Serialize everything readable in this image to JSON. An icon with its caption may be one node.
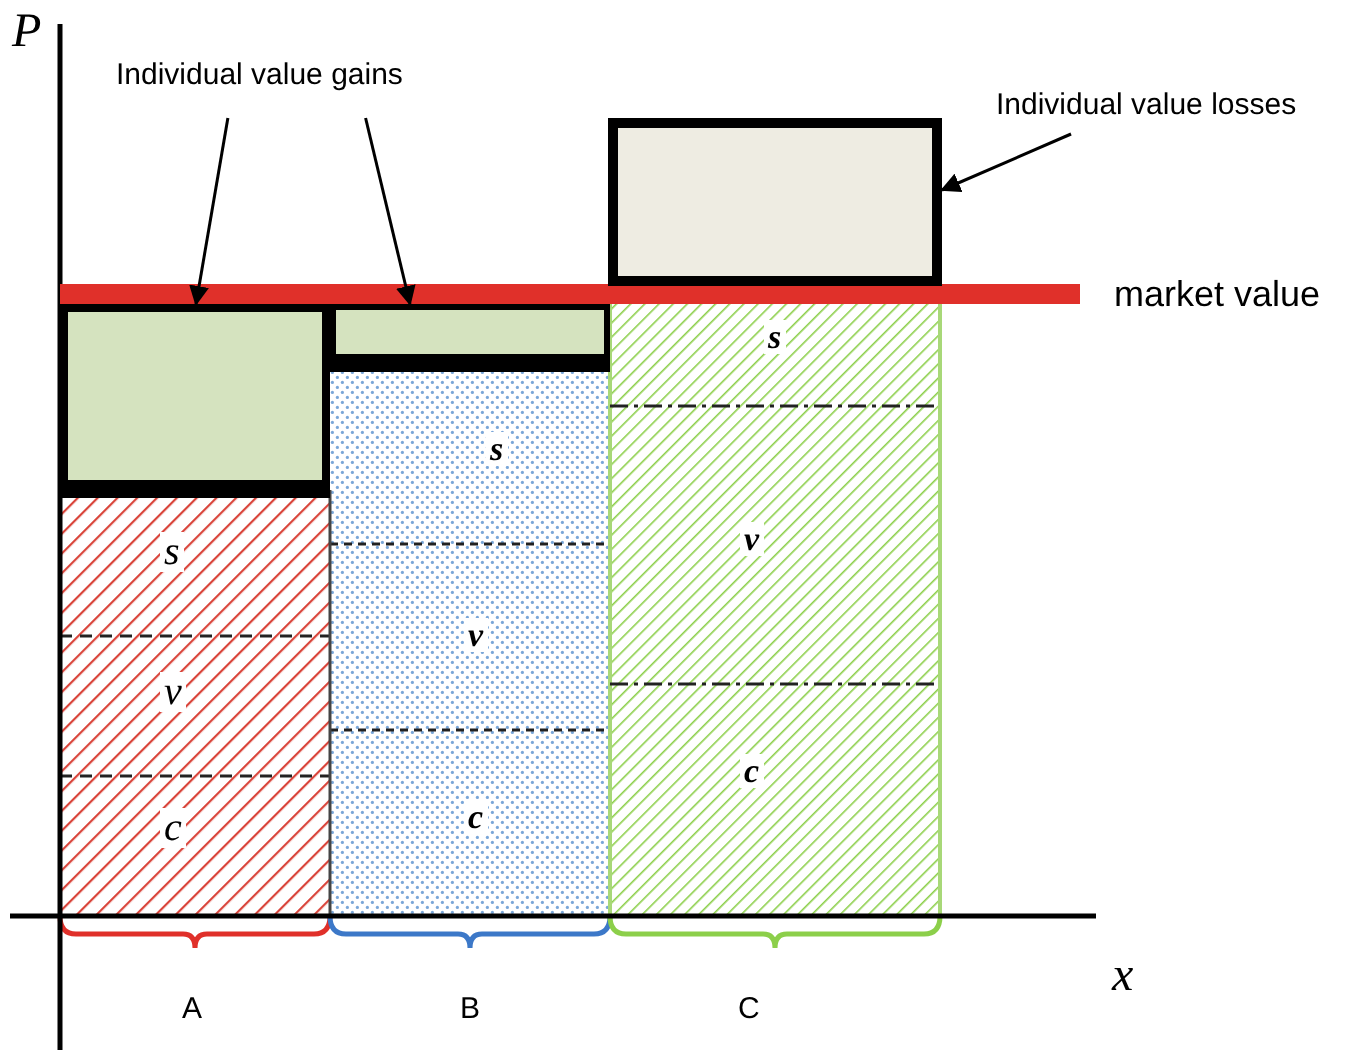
{
  "diagram": {
    "nodes": [
      {
        "text": [
          "Individual value gains"
        ]
      },
      {
        "text": [
          "Individual value losses"
        ]
      },
      {
        "text": [],
        "shape": "box"
      },
      {
        "text": [],
        "shape": "box"
      },
      {
        "text": [],
        "shape": "box"
      }
    ],
    "edges": [
      {
        "from": 0,
        "to": 2,
        "arrow": "to"
      },
      {
        "from": 0,
        "to": 3,
        "arrow": "to"
      },
      {
        "from": 1,
        "to": 4,
        "arrow": "to"
      }
    ],
    "labels": [
      "P",
      "market value",
      "s",
      "v",
      "c",
      "s",
      "v",
      "c",
      "s",
      "v",
      "c",
      "A",
      "B",
      "C",
      "x"
    ]
  }
}
